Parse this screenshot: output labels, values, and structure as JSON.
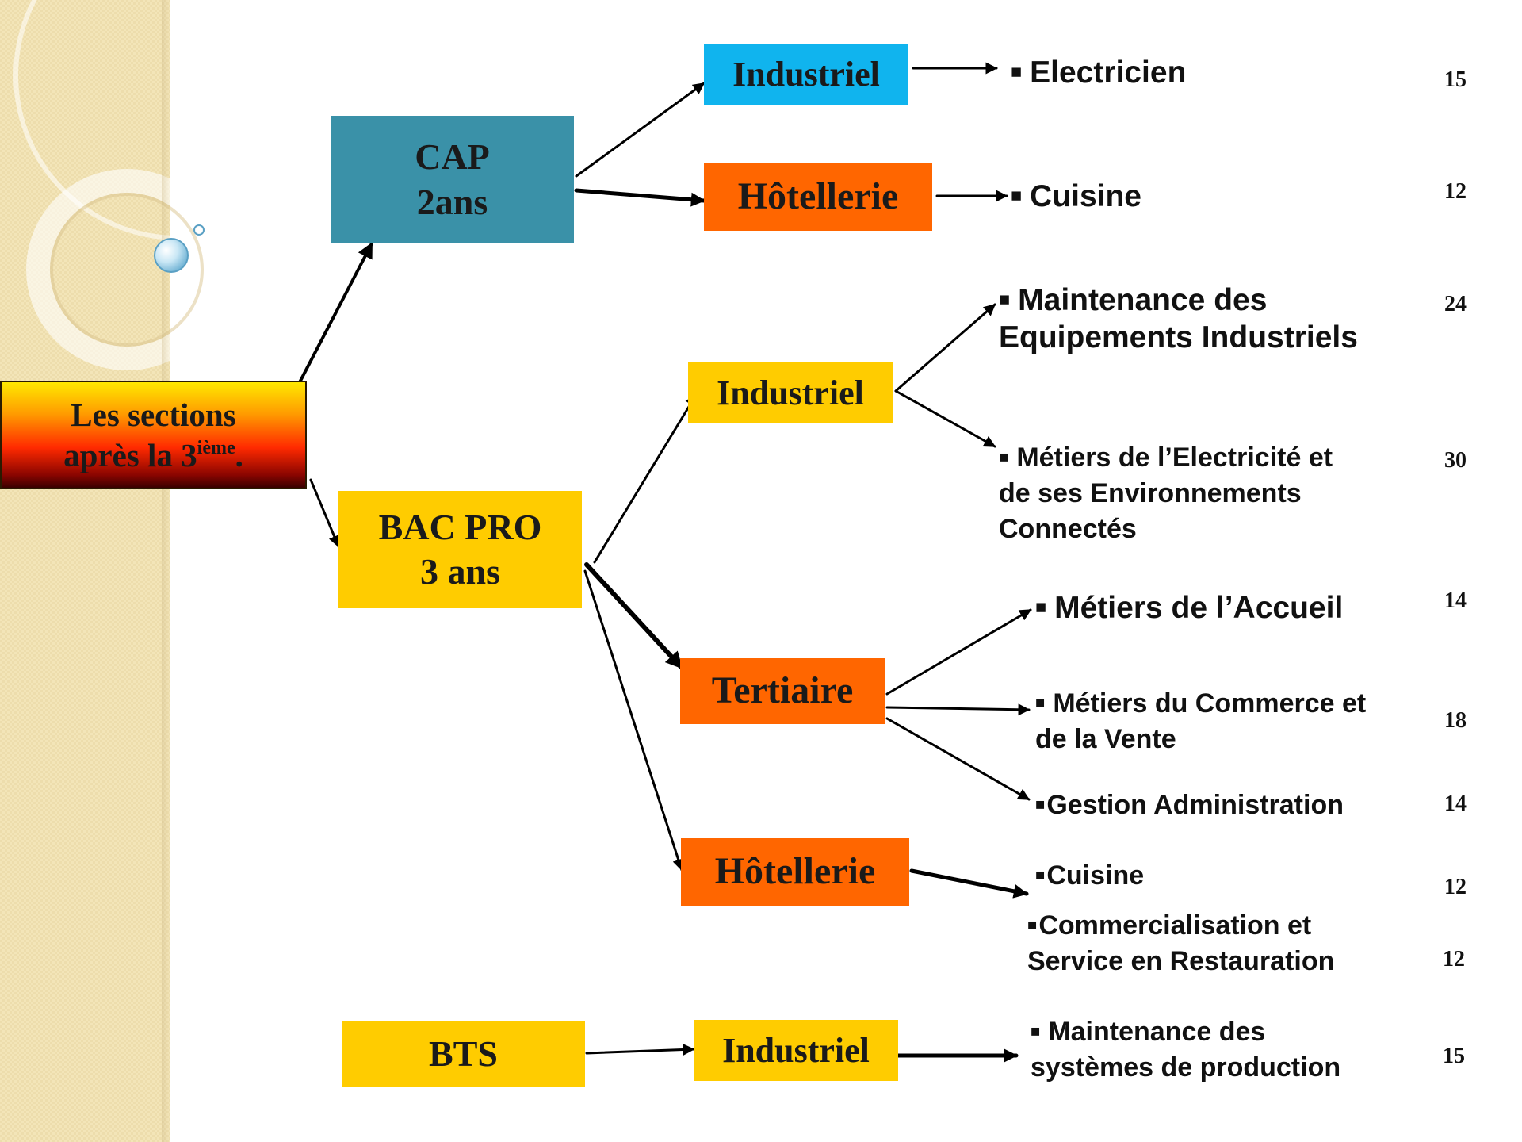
{
  "colors": {
    "cap": "#3a91a8",
    "yellow": "#ffcc00",
    "orange": "#ff6600",
    "blue": "#10b4ee",
    "strip": "#f3e5b8"
  },
  "root": {
    "line1": "Les sections",
    "line2": "après la 3",
    "sup": "ième",
    "suffix": "."
  },
  "cap": {
    "line1": "CAP",
    "line2": "2ans",
    "branches": [
      {
        "label": "Industriel",
        "items": [
          {
            "text": "Electricien",
            "count": "15"
          }
        ]
      },
      {
        "label": "Hôtellerie",
        "items": [
          {
            "text": "Cuisine",
            "count": "12"
          }
        ]
      }
    ]
  },
  "bacpro": {
    "line1": "BAC PRO",
    "line2": "3 ans",
    "branches": [
      {
        "label": "Industriel",
        "items": [
          {
            "line1": "Maintenance des",
            "line2": "Equipements Industriels",
            "count": "24"
          },
          {
            "line1": "Métiers de l’Electricité et",
            "line2": "de ses Environnements",
            "line3": "Connectés",
            "count": "30"
          }
        ]
      },
      {
        "label": "Tertiaire",
        "items": [
          {
            "text": "Métiers de l’Accueil",
            "count": "14"
          },
          {
            "line1": "Métiers du Commerce et",
            "line2": "de la Vente",
            "count": "18"
          },
          {
            "text": "Gestion Administration",
            "count": "14"
          }
        ]
      },
      {
        "label": "Hôtellerie",
        "items": [
          {
            "text": "Cuisine",
            "count": "12"
          },
          {
            "line1": "Commercialisation et",
            "line2": "Service en Restauration",
            "count": "12"
          }
        ]
      }
    ]
  },
  "bts": {
    "label": "BTS",
    "branches": [
      {
        "label": "Industriel",
        "items": [
          {
            "line1": "Maintenance des",
            "line2": "systèmes de production",
            "count": "15"
          }
        ]
      }
    ]
  }
}
